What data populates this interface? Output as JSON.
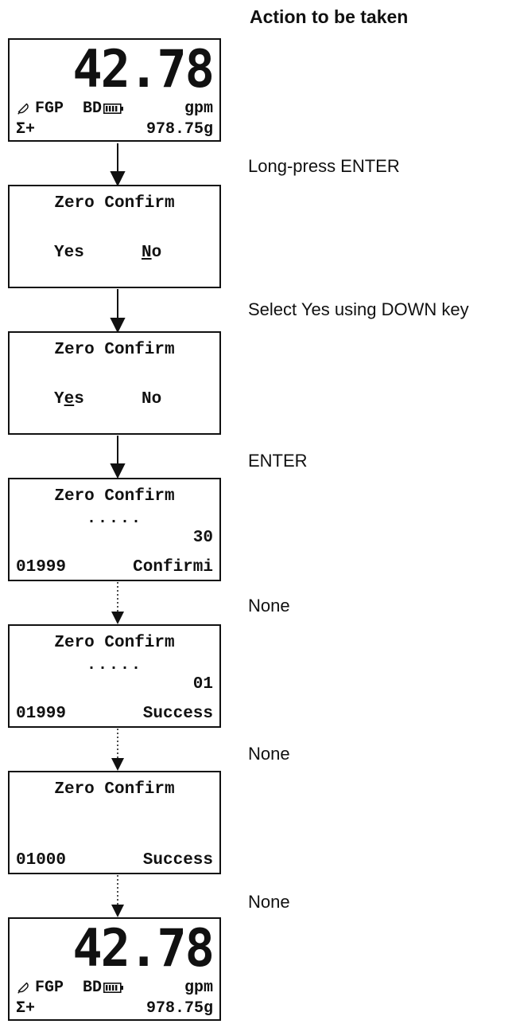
{
  "heading": "Action to be taken",
  "display_home": {
    "rate": "42.78",
    "flags": "FGP  BD",
    "unit": "gpm",
    "sigma": "Σ+",
    "total": "978.75g"
  },
  "screens": {
    "confirm_title": "Zero Confirm",
    "yes": "Yes",
    "yes_prefix": "Y",
    "yes_underlined": "e",
    "yes_suffix": "s",
    "no": "No",
    "no_underlined": "N",
    "no_suffix": "o",
    "dots": ".....",
    "count_a": "30",
    "count_b": "01",
    "row_a_left": "01999",
    "row_a_right": "Confirmi",
    "row_b_left": "01999",
    "row_b_right": "Success",
    "row_c_left": "01000",
    "row_c_right": "Success"
  },
  "actions": [
    "Long-press ENTER",
    "Select Yes using DOWN key",
    "ENTER",
    "None",
    "None",
    "None"
  ],
  "icons": [
    "bell-icon",
    "battery-icon"
  ]
}
